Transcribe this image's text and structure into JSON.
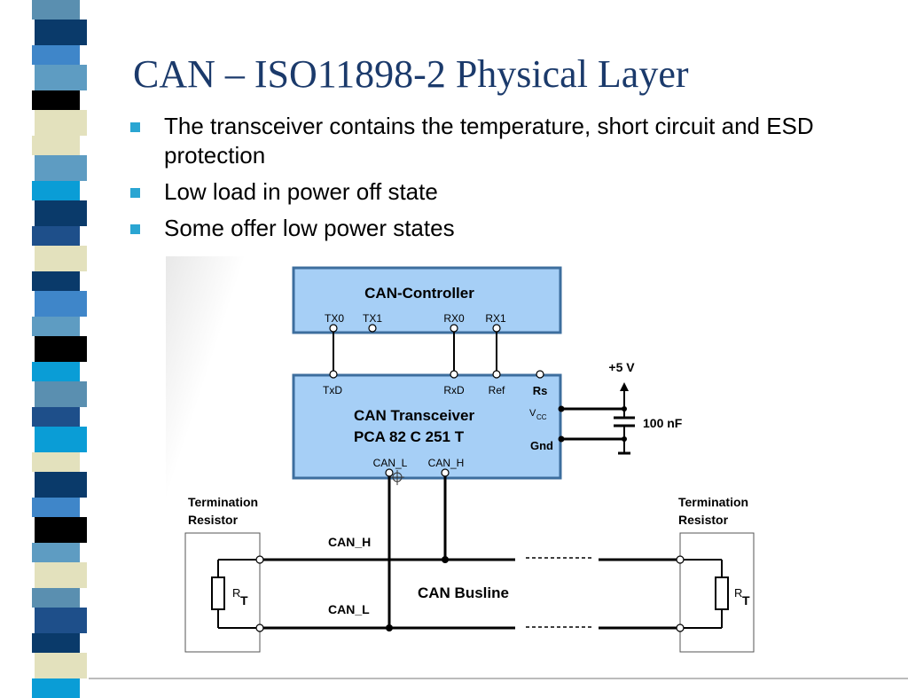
{
  "slide": {
    "title": "CAN – ISO11898-2 Physical Layer",
    "bullets": [
      "The transceiver contains the temperature, short circuit and ESD protection",
      "Low load in power off state",
      "Some offer low power states"
    ]
  },
  "colors": {
    "title": "#1b3a6b",
    "bullet": "#2aa5d2",
    "block_fill": "#a6cff6",
    "block_stroke": "#3d6e9e"
  },
  "diagram": {
    "controller": {
      "title": "CAN-Controller",
      "pins": [
        "TX0",
        "TX1",
        "RX0",
        "RX1"
      ]
    },
    "transceiver": {
      "title_line1": "CAN Transceiver",
      "title_line2": "PCA 82 C 251 T",
      "pins_top": [
        "TxD",
        "RxD",
        "Ref",
        "Rs"
      ],
      "vcc": "V",
      "vcc_sub": "CC",
      "gnd": "Gnd",
      "pins_bottom": [
        "CAN_L",
        "CAN_H"
      ]
    },
    "supply": "+5 V",
    "capacitor": "100 nF",
    "termination_left": {
      "line1": "Termination",
      "line2": "Resistor",
      "symbol": "R",
      "sub": "T"
    },
    "termination_right": {
      "line1": "Termination",
      "line2": "Resistor",
      "symbol": "R",
      "sub": "T"
    },
    "bus_h": "CAN_H",
    "bus_l": "CAN_L",
    "busline": "CAN Busline"
  }
}
